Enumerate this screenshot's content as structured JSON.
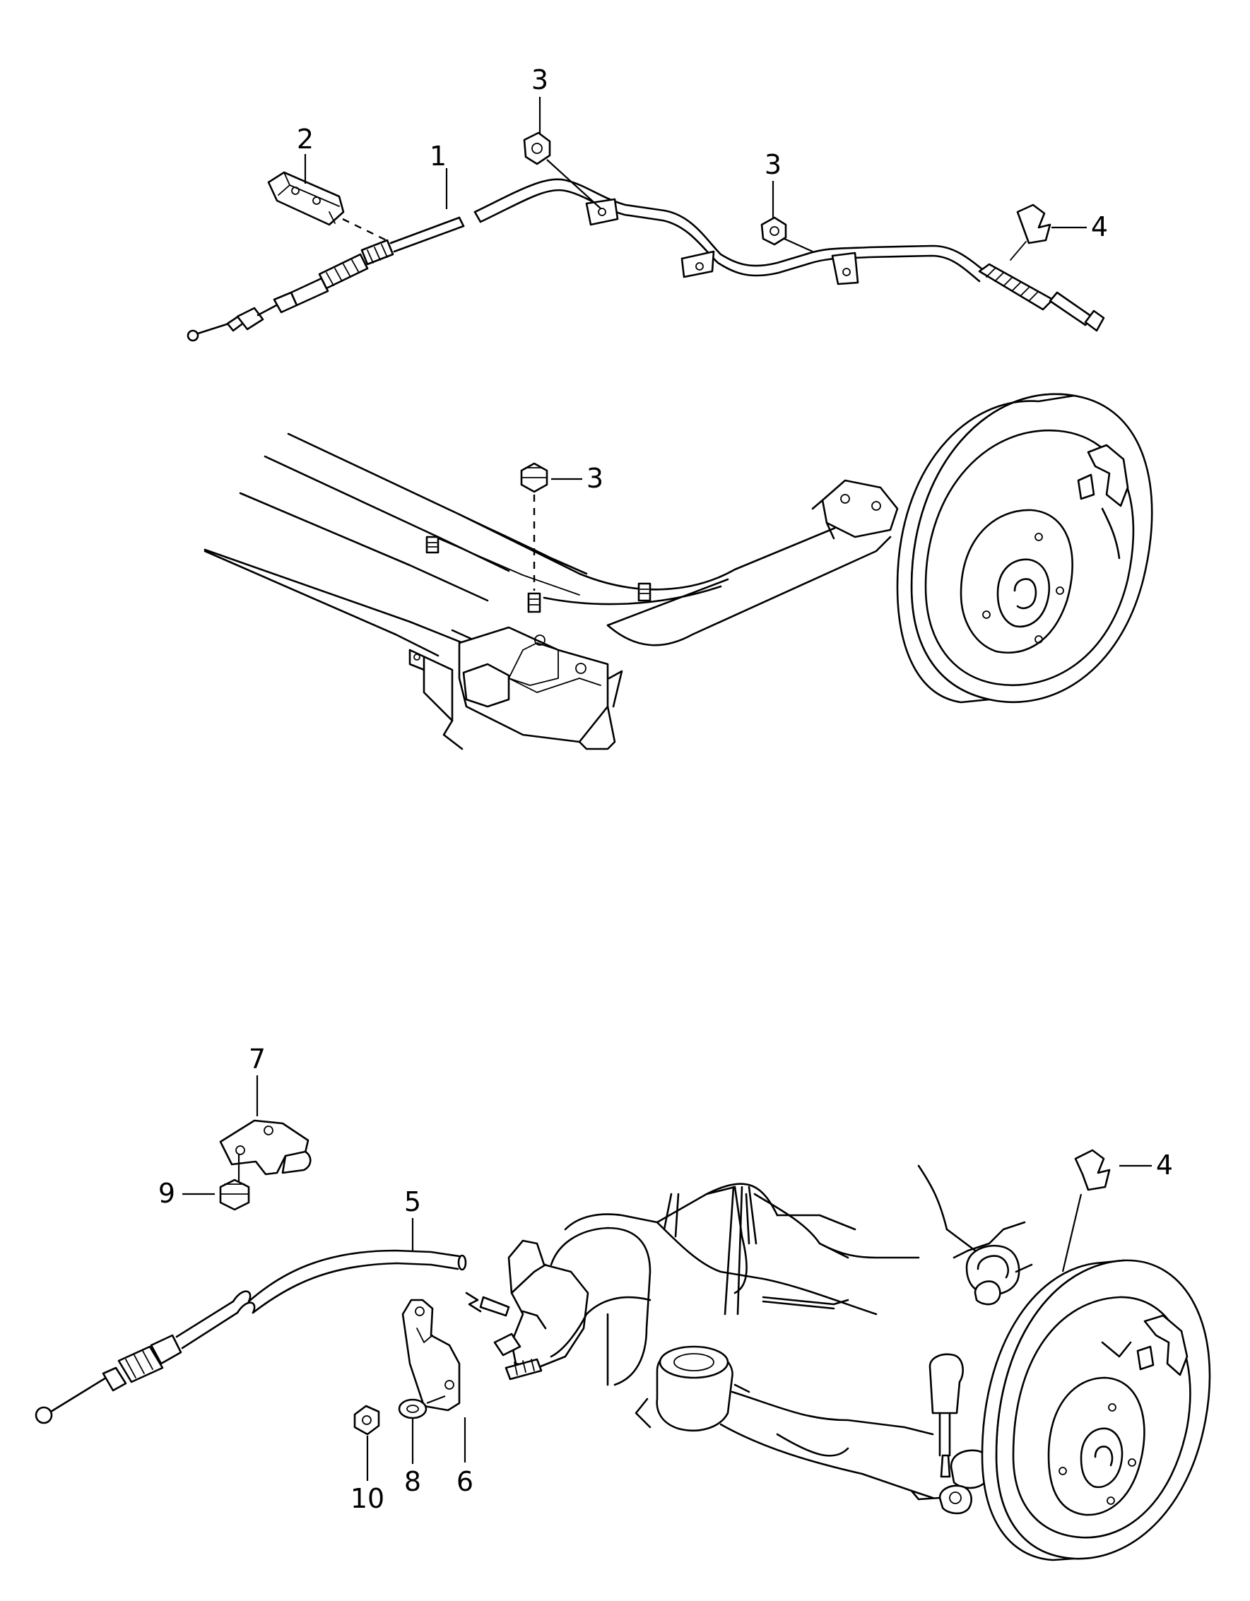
{
  "callouts": {
    "c1": "1",
    "c2": "2",
    "c3a": "3",
    "c3b": "3",
    "c3c": "3",
    "c4a": "4",
    "c4b": "4",
    "c5": "5",
    "c6": "6",
    "c7": "7",
    "c8": "8",
    "c9": "9",
    "c10": "10"
  },
  "colors": {
    "line": "#000000",
    "background": "#ffffff"
  }
}
